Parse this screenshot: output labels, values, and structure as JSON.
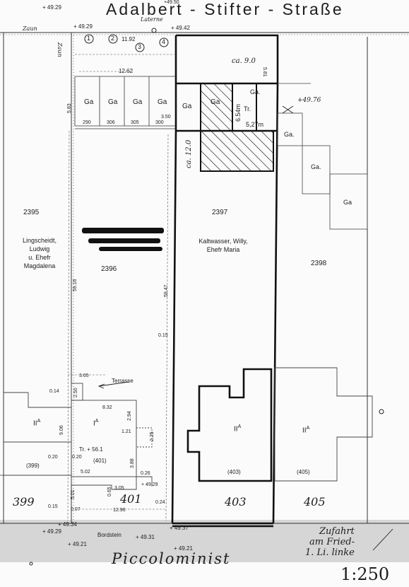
{
  "header": {
    "street_name": "Adalbert - Stifter - Straße",
    "elev_topleft": "+ 49.29",
    "elev_top": "+49.50",
    "laterne": "Laterne",
    "zaun": "Zaun",
    "elev_left": "+ 49.29",
    "elev_right": "+ 49.42",
    "circled": [
      "1",
      "2",
      "3",
      "4"
    ],
    "dim_1192": "11.92",
    "dim_1262": "12.62"
  },
  "garages": {
    "label": "Ga",
    "label_tr": "Tr.",
    "label_ga_dot": "Ga.",
    "widths": [
      "290",
      "306",
      "305",
      "300"
    ],
    "dim_583": "5.83",
    "dim_654": "6.54m",
    "dim_527": "5,27m",
    "dim_ca90": "ca. 9.0",
    "dim_ca120": "ca. 12.0",
    "dim_581": "5.81",
    "dim_350": "3.50",
    "elev_ga": "+49.76"
  },
  "parcels": {
    "p2395": "2395",
    "p2396": "2396",
    "p2397": "2397",
    "p2398": "2398",
    "owner_left": [
      "Lingscheidt,",
      "Ludwig",
      "u. Ehefr",
      "Magdalena"
    ],
    "owner_center": [
      "Kaltwasser, Willy,",
      "Ehefr Maria"
    ],
    "dim_5916": "59.16",
    "dim_5947": "59.47",
    "dim_015": "0.15"
  },
  "buildings": {
    "storeys": "II",
    "storeys_sup": "A",
    "storeys_i": "I",
    "h399": "(399)",
    "h401": "(401)",
    "h403": "(403)",
    "h405": "(405)",
    "terrasse": "Terrasse",
    "tr_elev": "Tr. + 56.1",
    "dims": {
      "d365": "3.65",
      "d014": "0.14",
      "d250": "2.50",
      "d832": "8.32",
      "d294": "2.94",
      "d121": "1.21",
      "d225": "2.25",
      "d906": "9.06",
      "d020a": "0.20",
      "d020b": "0.20",
      "d388": "3.88",
      "d502": "5.02",
      "d026": "0.26",
      "d305": "3.05",
      "d4929": "+ 49.29",
      "d501": "5.01",
      "d015": "0.15",
      "d007": "0.07",
      "d1296": "12.96",
      "d024": "0.24",
      "d065": "0.65"
    }
  },
  "bottom": {
    "hn_399": "399",
    "hn_401": "401",
    "hn_403": "403",
    "hn_405": "405",
    "e4934": "+ 49.34",
    "e4937": "+ 49.37",
    "e4929": "+ 49.29",
    "bordstein": "Bordstein",
    "e4931": "+ 49.31",
    "e4921a": "+ 49.21",
    "e4921b": "+ 49.21",
    "street_bottom": "Piccolominist",
    "note": [
      "Zufahrt",
      "am Fried-",
      "1. Li. linke"
    ],
    "scale": "1:250"
  }
}
